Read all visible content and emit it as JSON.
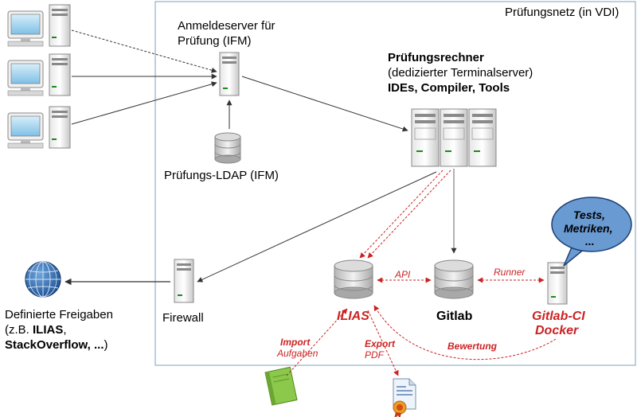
{
  "net": {
    "title": "Prüfungsnetz (in VDI)"
  },
  "login_server": {
    "line1": "Anmeldeserver für",
    "line2": "Prüfung (IFM)"
  },
  "ldap": {
    "label": "Prüfungs-LDAP (IFM)"
  },
  "exam_pc": {
    "line1": "Prüfungsrechner",
    "line2": "(dedizierter Terminalserver)",
    "line3": "IDEs, Compiler, Tools"
  },
  "firewall": {
    "label": "Firewall"
  },
  "external": {
    "line1": "Definierte Freigaben",
    "line2_prefix": "(z.B. ",
    "line2_bold": "ILIAS",
    "line2_suffix": ",",
    "line3_bold": "StackOverflow, ...",
    "line3_suffix": ")"
  },
  "ilias": {
    "label": "ILIAS"
  },
  "gitlab": {
    "label": "Gitlab"
  },
  "gitlab_ci": {
    "line1": "Gitlab-CI",
    "line2": "Docker"
  },
  "bubble": {
    "line1": "Tests,",
    "line2": "Metriken,",
    "line3": "..."
  },
  "edges": {
    "api": "API",
    "runner": "Runner",
    "bewertung": "Bewertung",
    "import1": "Import",
    "import2": "Aufgaben",
    "export1": "Export",
    "export2": "PDF"
  },
  "colors": {
    "dashed": "#cc2222",
    "box": "#8fb0c8",
    "bubble": "#6a9ad2",
    "book": "#8cc84b"
  }
}
